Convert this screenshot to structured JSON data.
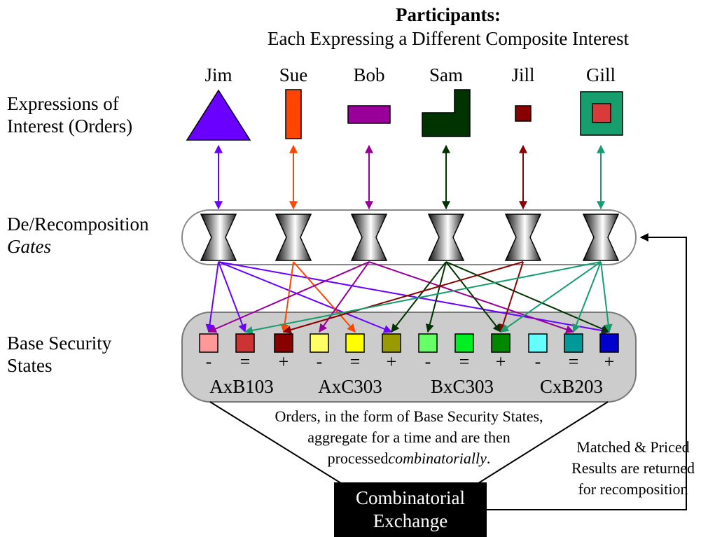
{
  "title": "Participants:",
  "subtitle": "Each Expressing a Different Composite Interest",
  "participants": [
    {
      "name": "Jim",
      "shape": "triangle",
      "color": "#6a00ff"
    },
    {
      "name": "Sue",
      "shape": "tall-bar",
      "color": "#ff4500"
    },
    {
      "name": "Bob",
      "shape": "wide-bar",
      "color": "#990099"
    },
    {
      "name": "Sam",
      "shape": "l-shape",
      "color": "#003300"
    },
    {
      "name": "Jill",
      "shape": "small-square",
      "color": "#880000"
    },
    {
      "name": "Gill",
      "shape": "nested-square",
      "color": "#169e6e",
      "inner_color": "#d93a3a"
    }
  ],
  "labels": {
    "expressions_line1": "Expressions of",
    "expressions_line2": "Interest (Orders)",
    "gates_line1": "De/Recomposition",
    "gates_line2": "Gates",
    "base_line1": "Base Security",
    "base_line2": "States"
  },
  "securities": [
    {
      "name": "AxB103",
      "states": [
        {
          "sign": "-",
          "color": "#ff9999"
        },
        {
          "sign": "=",
          "color": "#cc3333"
        },
        {
          "sign": "+",
          "color": "#880000"
        }
      ]
    },
    {
      "name": "AxC303",
      "states": [
        {
          "sign": "-",
          "color": "#ffff66"
        },
        {
          "sign": "=",
          "color": "#ffff00"
        },
        {
          "sign": "+",
          "color": "#999900"
        }
      ]
    },
    {
      "name": "BxC303",
      "states": [
        {
          "sign": "-",
          "color": "#66ff66"
        },
        {
          "sign": "=",
          "color": "#00ee22"
        },
        {
          "sign": "+",
          "color": "#008800"
        }
      ]
    },
    {
      "name": "CxB203",
      "states": [
        {
          "sign": "-",
          "color": "#66ffff"
        },
        {
          "sign": "=",
          "color": "#009999"
        },
        {
          "sign": "+",
          "color": "#0000cc"
        }
      ]
    }
  ],
  "note": {
    "line1": "Orders, in the form of Base Security States,",
    "line2": "aggregate for a time and are then",
    "line3": "processed",
    "line3_italic": "combinatorially",
    "line3_end": "."
  },
  "return_note": {
    "line1": "Matched & Priced",
    "line2": "Results are returned",
    "line3": "for recomposition"
  },
  "exchange": {
    "line1": "Combinatorial",
    "line2": "Exchange"
  }
}
